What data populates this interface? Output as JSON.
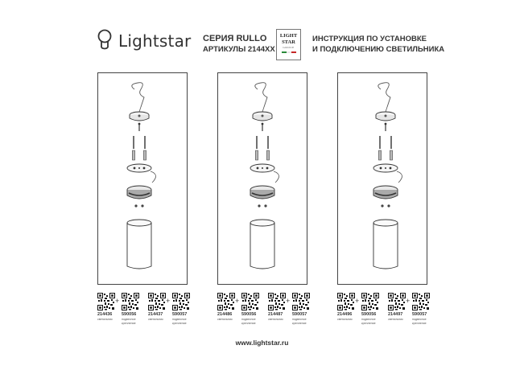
{
  "header": {
    "brand": "Lightstar",
    "series_title": "СЕРИЯ RULLO",
    "series_articles": "АРТИКУЛЫ 2144ХХ",
    "group_logo": {
      "line1": "LIGHT",
      "line2": "STAR",
      "sub": "GROUP"
    },
    "instruction_line1": "ИНСТРУКЦИЯ ПО УСТАНОВКЕ",
    "instruction_line2": "И ПОДКЛЮЧЕНИЮ СВЕТИЛЬНИКА"
  },
  "groups": [
    {
      "items": [
        {
          "code": "214436",
          "desc": "светильник"
        },
        {
          "code": "590056",
          "desc": "подвесное крепление"
        },
        {
          "code": "214437",
          "desc": "светильник"
        },
        {
          "code": "590057",
          "desc": "подвесное крепление"
        }
      ]
    },
    {
      "items": [
        {
          "code": "214486",
          "desc": "светильник"
        },
        {
          "code": "590056",
          "desc": "подвесное крепление"
        },
        {
          "code": "214487",
          "desc": "светильник"
        },
        {
          "code": "590057",
          "desc": "подвесное крепление"
        }
      ]
    },
    {
      "items": [
        {
          "code": "214496",
          "desc": "светильник"
        },
        {
          "code": "590056",
          "desc": "подвесное крепление"
        },
        {
          "code": "214497",
          "desc": "светильник"
        },
        {
          "code": "590057",
          "desc": "подвесное крепление"
        }
      ]
    }
  ],
  "plus_sign": "+",
  "footer": {
    "website": "www.lightstar.ru"
  }
}
